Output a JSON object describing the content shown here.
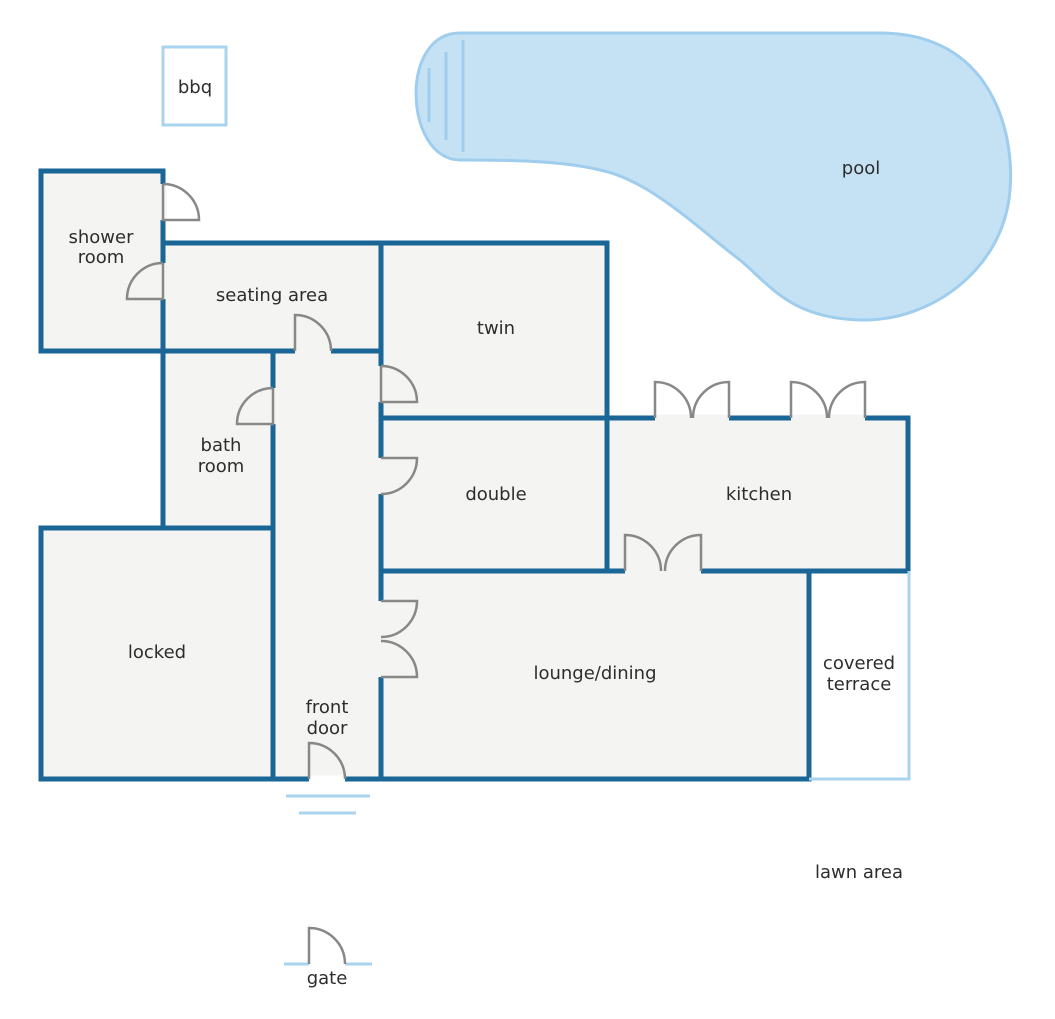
{
  "colors": {
    "wall": "#1a6696",
    "outdoor_line": "#a9d3ee",
    "pool_fill": "#c5e2f5",
    "pool_stroke": "#9fcdee",
    "floor": "#f4f4f2",
    "door": "#888888",
    "text": "#2d2d2d"
  },
  "labels": {
    "bbq": "bbq",
    "pool": "pool",
    "shower_room_1": "shower",
    "shower_room_2": "room",
    "seating_area": "seating area",
    "twin": "twin",
    "bath_room_1": "bath",
    "bath_room_2": "room",
    "double": "double",
    "kitchen": "kitchen",
    "locked": "locked",
    "lounge_dining": "lounge/dining",
    "covered_terrace_1": "covered",
    "covered_terrace_2": "terrace",
    "front_door_1": "front",
    "front_door_2": "door",
    "lawn_area": "lawn area",
    "gate": "gate"
  }
}
